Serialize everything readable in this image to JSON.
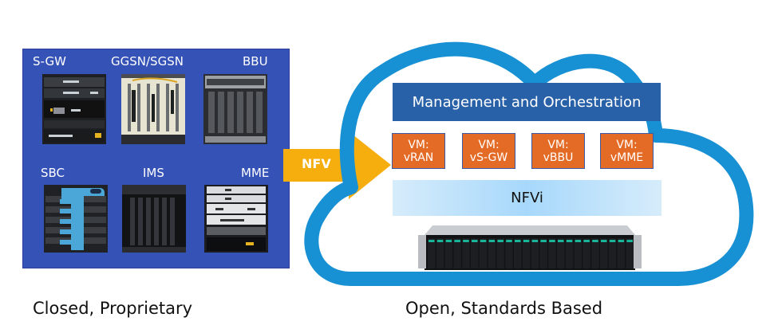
{
  "legacy": {
    "caption": "Closed, Proprietary",
    "devices": [
      {
        "label": "S-GW",
        "icon": "rack-router-image"
      },
      {
        "label": "GGSN/SGSN",
        "icon": "chassis-image"
      },
      {
        "label": "BBU",
        "icon": "chassis-image"
      },
      {
        "label": "SBC",
        "icon": "rack-appliance-image"
      },
      {
        "label": "IMS",
        "icon": "chassis-image"
      },
      {
        "label": "MME",
        "icon": "rack-switch-image"
      }
    ]
  },
  "transition": {
    "label": "NFV",
    "color": "#f6ae0e"
  },
  "cloud": {
    "caption": "Open, Standards Based",
    "outline_color": "#1790d4",
    "mano": {
      "label": "Management and Orchestration",
      "color": "#2961a8"
    },
    "vms": [
      {
        "label": "VM: vRAN"
      },
      {
        "label": "VM: vS-GW"
      },
      {
        "label": "VM: vBBU"
      },
      {
        "label": "VM: vMME"
      }
    ],
    "vm_color": "#e46b26",
    "nfvi": {
      "label": "NFVi"
    },
    "server_icon": "rack-server-image"
  }
}
